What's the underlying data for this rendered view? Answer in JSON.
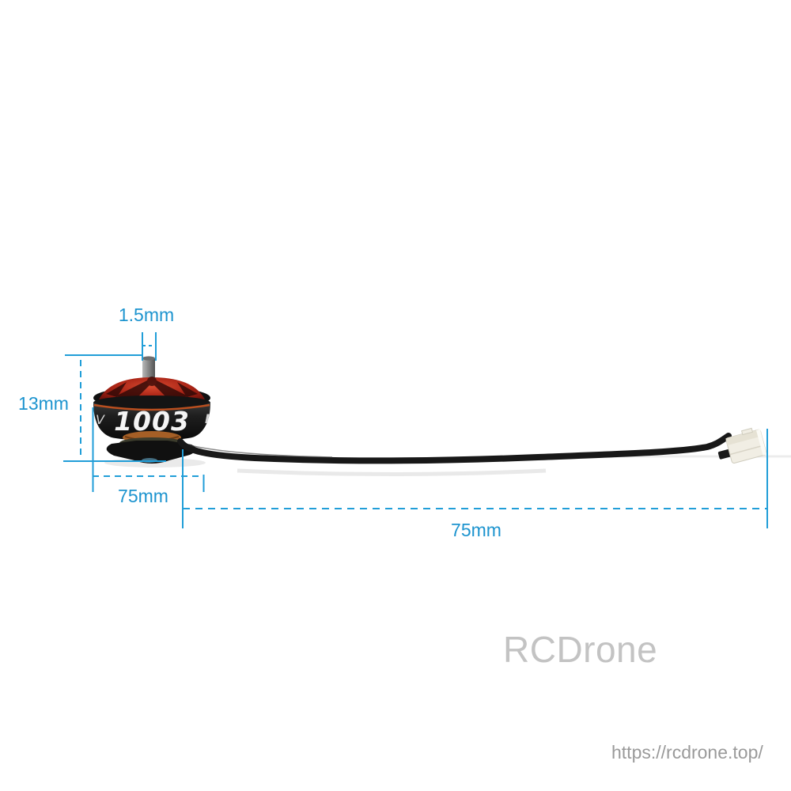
{
  "product": {
    "name": "1003-brushless-motor",
    "motor_label": "1003",
    "left_marking": "V",
    "right_marking": "I"
  },
  "annotations": {
    "shaft_width": "1.5mm",
    "motor_height": "13mm",
    "motor_width": "75mm",
    "wire_length": "75mm"
  },
  "watermark": "RCDrone",
  "footer_url": "https://rcdrone.top/",
  "colors": {
    "dimension_blue": "#1f9ad4",
    "watermark_gray": "#c3c3c3",
    "url_gray": "#9a9a9a",
    "motor_bell_red": "#b02818",
    "motor_body_black": "#1a1a1a",
    "winding_copper": "#a55f26",
    "wire_black": "#181818",
    "connector_white": "#f1eee4"
  }
}
